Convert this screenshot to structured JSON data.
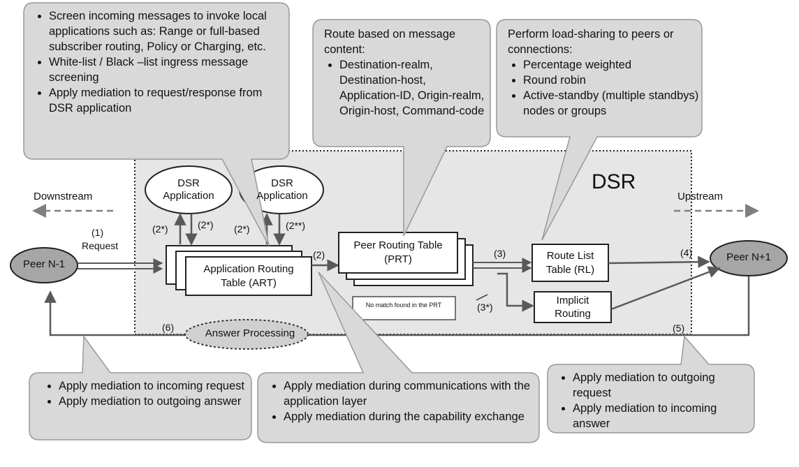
{
  "dsr_label": "DSR",
  "downstream_label": "Downstream",
  "upstream_label": "Upstream",
  "peer_left": "Peer N-1",
  "peer_right": "Peer N+1",
  "dsr_app_1": "DSR Application",
  "dsr_app_2": "DSR Application",
  "art_label": "Application Routing Table (ART)",
  "prt_label": "Peer Routing Table (PRT)",
  "rl_label": "Route List Table (RL)",
  "implicit_label": "Implicit Routing",
  "answer_processing": "Answer Processing",
  "no_match": "No match found in the PRT",
  "steps": {
    "s1": "(1)",
    "s1_request": "Request",
    "s2": "(2)",
    "s2a": "(2*)",
    "s2b": "(2*)",
    "s2c": "(2*)",
    "s2d": "(2**)",
    "s3": "(3)",
    "s3a": "(3*)",
    "s4": "(4)",
    "s5": "(5)",
    "s6": "(6)"
  },
  "callouts": {
    "top_left": {
      "bullets": [
        "Screen incoming messages to invoke local applications such as: Range or full-based subscriber routing, Policy or Charging, etc.",
        "White-list / Black –list ingress message screening",
        "Apply mediation to request/response from DSR application"
      ]
    },
    "top_mid": {
      "intro": "Route based on message content:",
      "bullets": [
        "Destination-realm, Destination-host, Application-ID, Origin-realm, Origin-host, Command-code"
      ]
    },
    "top_right": {
      "intro": "Perform load-sharing to peers or connections:",
      "bullets": [
        "Percentage weighted",
        "Round robin",
        "Active-standby (multiple standbys) nodes or groups"
      ]
    },
    "bottom_left": {
      "bullets": [
        "Apply mediation to incoming request",
        "Apply mediation to outgoing answer"
      ]
    },
    "bottom_mid": {
      "bullets": [
        "Apply mediation during communications with the application layer",
        "Apply mediation during the capability exchange"
      ]
    },
    "bottom_right": {
      "bullets": [
        "Apply mediation to outgoing request",
        "Apply mediation to incoming answer"
      ]
    }
  },
  "colors": {
    "dsr_fill": "#e6e6e6",
    "callout_fill": "#d9d9d9",
    "peer_fill": "#a6a6a6",
    "line": "#595959",
    "dashed": "#808080"
  }
}
